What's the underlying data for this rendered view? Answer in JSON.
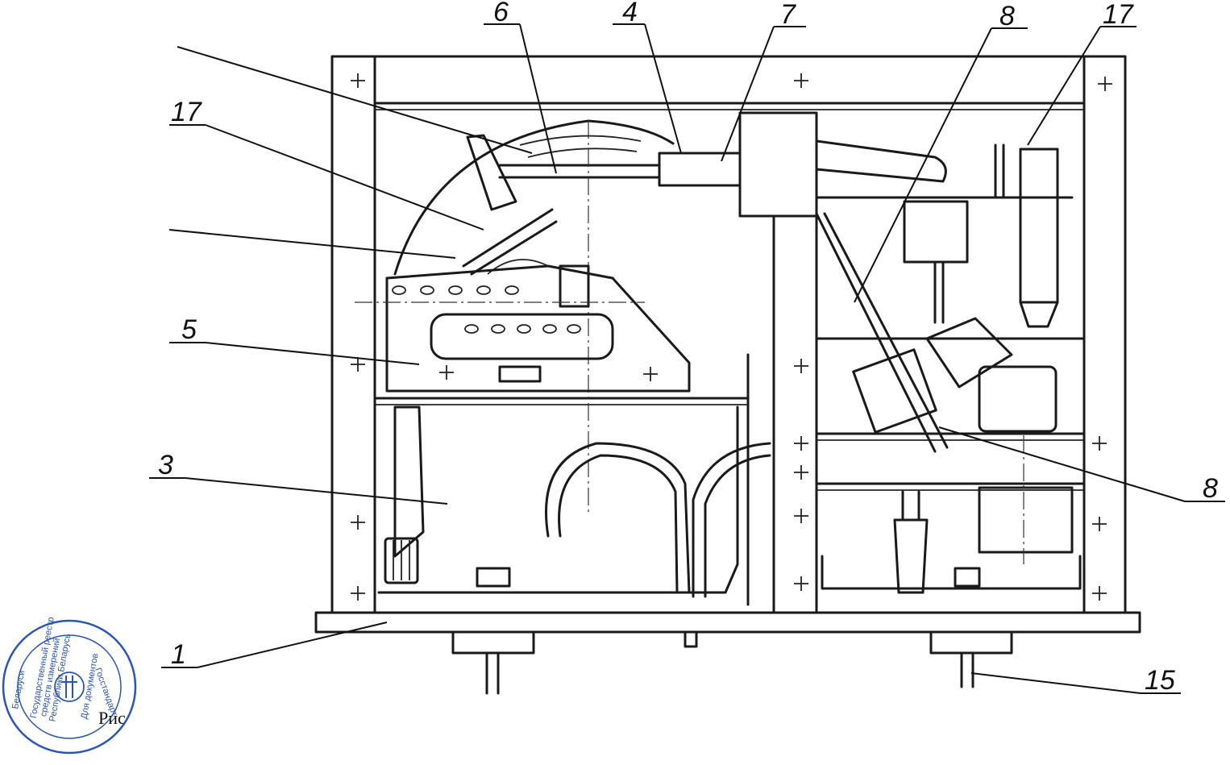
{
  "callouts": {
    "c6": "6",
    "c4": "4",
    "c7": "7",
    "c8_top": "8",
    "c17_top": "17",
    "c17_left": "17",
    "c5": "5",
    "c3": "3",
    "c1": "1",
    "c8_right": "8",
    "c15": "15"
  },
  "caption": "Рис",
  "stamp": {
    "arc_top": "Госстандарт",
    "arc_left": "Беларуси",
    "center_1": "Государственный реестр",
    "center_2": "средств измерений",
    "center_3": "Республики Беларусь",
    "center_4": "Для документов"
  },
  "colors": {
    "ink": "#1a1a1a",
    "stamp": "#2a55b8"
  }
}
